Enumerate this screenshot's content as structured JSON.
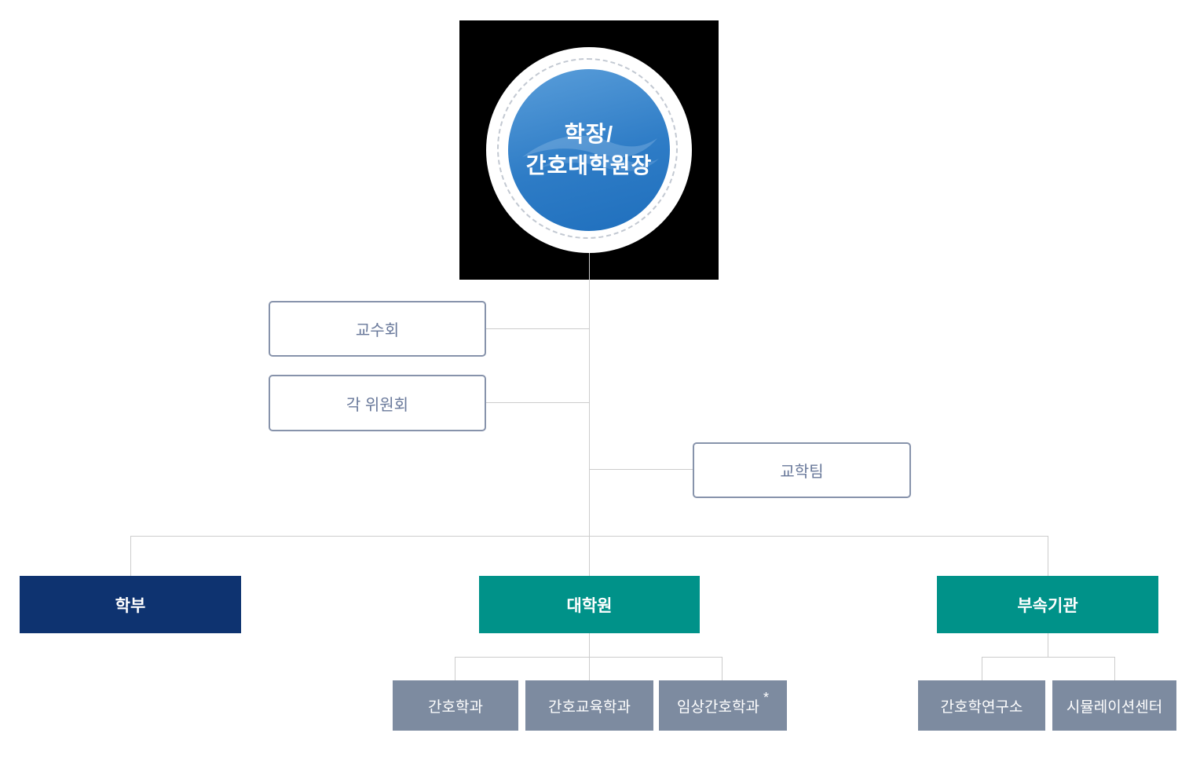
{
  "root": {
    "title_line1": "학장/",
    "title_line2": "간호대학원장"
  },
  "advisory_boxes": [
    {
      "label": "교수회"
    },
    {
      "label": "각 위원회"
    }
  ],
  "staff_box": {
    "label": "교학팀"
  },
  "divisions": [
    {
      "label": "학부"
    },
    {
      "label": "대학원"
    },
    {
      "label": "부속기관"
    }
  ],
  "graduate_departments": [
    {
      "label": "간호학과",
      "suffix": ""
    },
    {
      "label": "간호교육학과",
      "suffix": ""
    },
    {
      "label": "임상간호학과",
      "suffix": "*"
    }
  ],
  "affiliate_units": [
    {
      "label": "간호학연구소"
    },
    {
      "label": "시뮬레이션센터"
    }
  ],
  "colors": {
    "emblem_background": "#000000",
    "circle_gradient_top": "#5a9eda",
    "circle_gradient_bottom": "#1f6fbd",
    "dashed_ring": "#c3c9d2",
    "outline_box_border": "#8793ab",
    "outline_box_text": "#68789a",
    "division_navy": "#0e3370",
    "division_teal": "#009289",
    "sub_box_slate": "#7d8ba0",
    "connector_line": "#cccccc"
  }
}
